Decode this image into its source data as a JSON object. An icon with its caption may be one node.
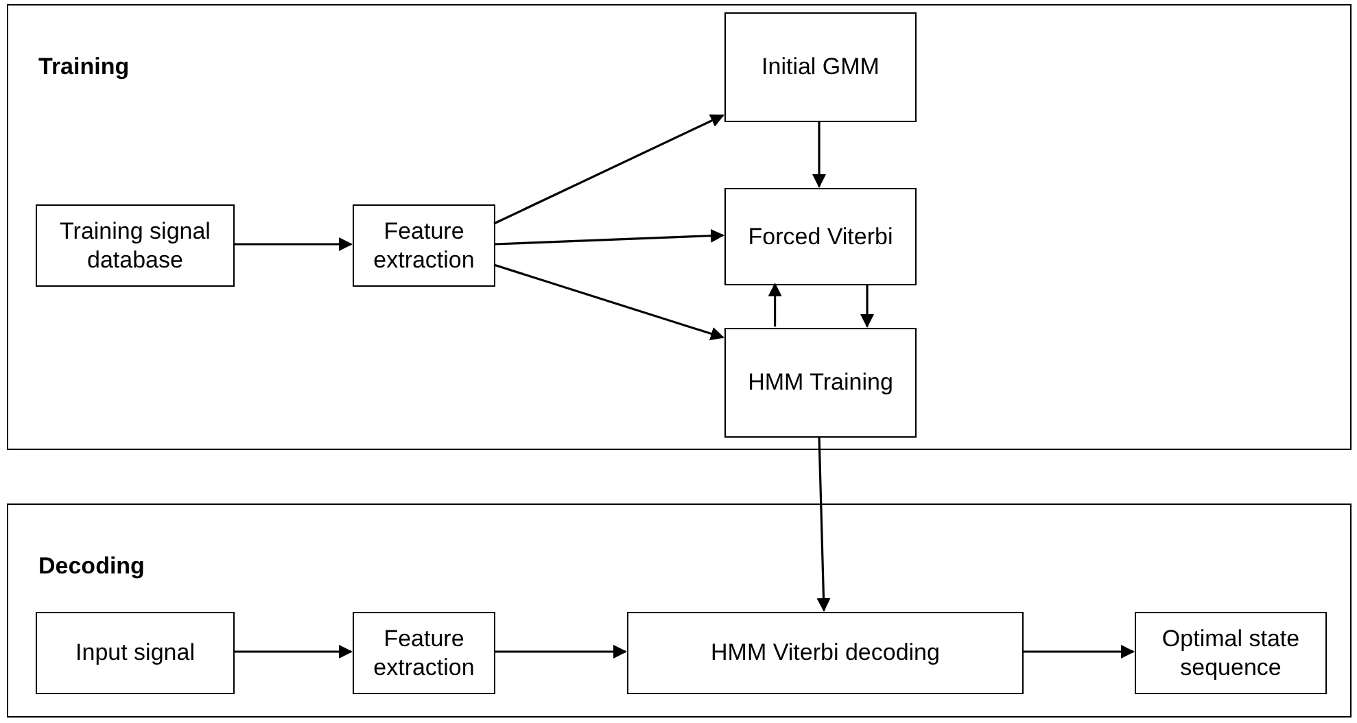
{
  "diagram": {
    "nodes": [
      {
        "text": [
          "Training"
        ]
      },
      {
        "text": [
          "Training signal database"
        ],
        "in": 0
      },
      {
        "text": [
          "Feature extraction"
        ],
        "in": 0
      },
      {
        "text": [
          "Initial GMM"
        ],
        "in": 0
      },
      {
        "text": [
          "Forced Viterbi"
        ],
        "in": 0
      },
      {
        "text": [
          "HMM Training"
        ],
        "in": 0
      },
      {
        "text": [
          "Decoding"
        ]
      },
      {
        "text": [
          "Input signal"
        ],
        "in": 6
      },
      {
        "text": [
          "Feature extraction"
        ],
        "in": 6
      },
      {
        "text": [
          "HMM Viterbi decoding"
        ],
        "in": 6
      },
      {
        "text": [
          "Optimal state sequence"
        ],
        "in": 6
      }
    ],
    "edges": [
      {
        "from": 1,
        "to": 2,
        "arrow": "to"
      },
      {
        "from": 2,
        "to": 3,
        "arrow": "to"
      },
      {
        "from": 2,
        "to": 4,
        "arrow": "to"
      },
      {
        "from": 2,
        "to": 5,
        "arrow": "to"
      },
      {
        "from": 3,
        "to": 4,
        "arrow": "to"
      },
      {
        "from": 5,
        "to": 4,
        "arrow": "to"
      },
      {
        "from": 4,
        "to": 5,
        "arrow": "to"
      },
      {
        "from": 5,
        "to": 9,
        "arrow": "to"
      },
      {
        "from": 7,
        "to": 8,
        "arrow": "to"
      },
      {
        "from": 8,
        "to": 9,
        "arrow": "to"
      },
      {
        "from": 9,
        "to": 10,
        "arrow": "to"
      }
    ]
  }
}
